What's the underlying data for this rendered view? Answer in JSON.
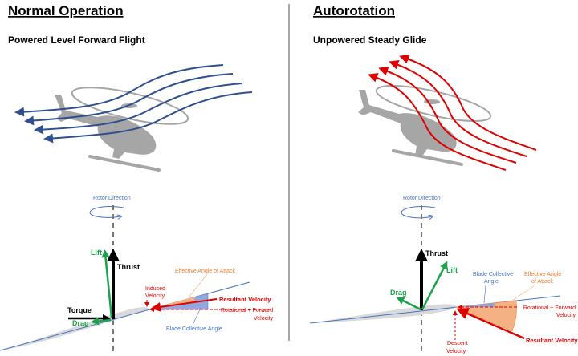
{
  "left": {
    "title": "Normal Operation",
    "subtitle": "Powered Level Forward Flight",
    "rotor_direction": "Rotor Direction",
    "lift": "Lift",
    "thrust": "Thrust",
    "torque": "Torque",
    "drag": "Drag",
    "induced_velocity": [
      "Induced",
      "Velocity"
    ],
    "effective_aoa": "Effective Angle of Attack",
    "resultant_velocity": "Resultant Velocity",
    "rotational_forward": [
      "Rotational + Forward",
      "Velocity"
    ],
    "blade_collective": "Blade Collective Angle",
    "airflow_color": "#2f4f8f"
  },
  "right": {
    "title": "Autorotation",
    "subtitle": "Unpowered Steady Glide",
    "rotor_direction": "Rotor Direction",
    "thrust": "Thrust",
    "lift": "Lift",
    "drag": "Drag",
    "blade_collective": [
      "Blade Collective",
      "Angle"
    ],
    "effective_aoa": [
      "Effective Angle",
      "of Attack"
    ],
    "rotational_forward": [
      "Rotational + Forward",
      "Velocity"
    ],
    "resultant_velocity": "Resultant Velocity",
    "descent_velocity": [
      "Descent",
      "Velocity"
    ],
    "airflow_color": "#e00000"
  },
  "colors": {
    "lift_drag": "#1aa34a",
    "velocity": "#e00000",
    "chord": "#4472c4",
    "aoa": "#f4b183",
    "helicopter": "#a6a6a6"
  }
}
